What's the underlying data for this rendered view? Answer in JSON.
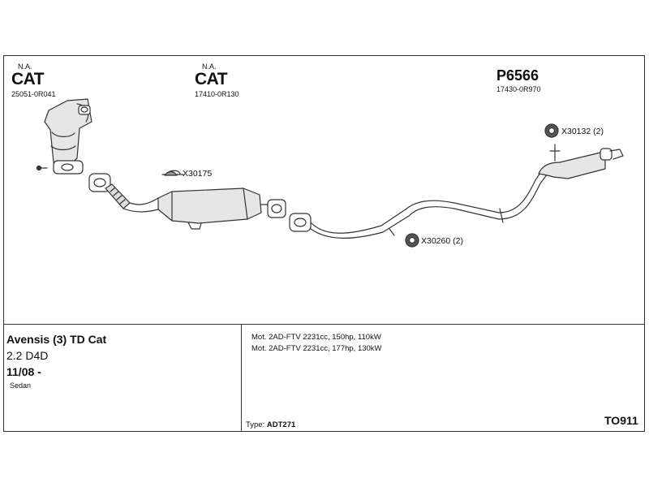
{
  "parts": [
    {
      "na": "N.A.",
      "name": "CAT",
      "number": "25051-0R041"
    },
    {
      "na": "N.A.",
      "name": "CAT",
      "number": "17410-0R130"
    },
    {
      "name": "P6566",
      "number": "17430-0R970"
    }
  ],
  "callouts": {
    "x30175": "X30175",
    "x30132": "X30132 (2)",
    "x30260": "X30260 (2)"
  },
  "vehicle": {
    "model": "Avensis (3) TD Cat",
    "engine": "2.2 D4D",
    "years": "11/08 -",
    "body": "Sedan"
  },
  "specs": [
    "Mot. 2AD-FTV 2231cc, 150hp, 110kW",
    "Mot. 2AD-FTV 2231cc, 177hp, 130kW"
  ],
  "type": {
    "label": "Type:",
    "value": "ADT271"
  },
  "catalog_code": "TO911",
  "colors": {
    "line": "#333333",
    "part_fill": "#e6e6e6"
  }
}
